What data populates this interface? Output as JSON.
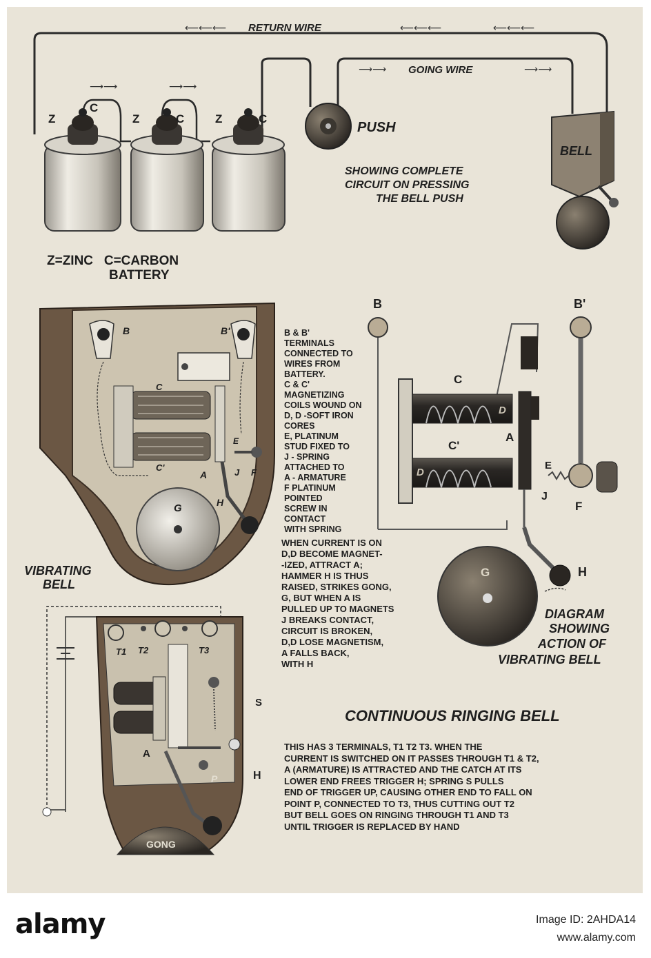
{
  "top": {
    "return_wire": "RETURN WIRE",
    "going_wire": "GOING WIRE",
    "push": "PUSH",
    "bell": "BELL",
    "caption": [
      "SHOWING COMPLETE",
      "CIRCUIT ON PRESSING",
      "THE BELL PUSH"
    ],
    "cell_labels": [
      "Z",
      "C",
      "Z",
      "C",
      "Z",
      "C"
    ],
    "legend": "Z=ZINC   C=CARBON",
    "battery": "BATTERY"
  },
  "vibrating": {
    "title": [
      "VIBRATING",
      "BELL"
    ],
    "part_labels": {
      "b": "B",
      "b2": "B'",
      "c": "C",
      "c2": "C'",
      "a": "A",
      "e": "E",
      "j": "J",
      "f": "F",
      "h": "H",
      "g": "G"
    },
    "key_lines": [
      "B & B'",
      "TERMINALS",
      "CONNECTED TO",
      "WIRES FROM",
      "BATTERY.",
      "C & C'",
      "MAGNETIZING",
      "COILS WOUND ON",
      "D, D -SOFT IRON",
      "CORES",
      "E, PLATINUM",
      "STUD FIXED TO",
      "J - SPRING",
      "ATTACHED TO",
      "A - ARMATURE",
      "F PLATINUM",
      "POINTED",
      "SCREW IN",
      "CONTACT",
      "WITH SPRING"
    ],
    "action_lines": [
      "WHEN CURRENT IS ON",
      "D,D BECOME MAGNET-",
      "-IZED, ATTRACT A;",
      "HAMMER H IS THUS",
      "RAISED, STRIKES GONG,",
      "G, BUT WHEN A IS",
      "PULLED UP TO MAGNETS",
      "J BREAKS CONTACT,",
      "CIRCUIT IS BROKEN,",
      "D,D LOSE MAGNETISM,",
      "A FALLS BACK,",
      "WITH H"
    ]
  },
  "action_diagram": {
    "labels": {
      "b": "B",
      "b2": "B'",
      "c": "C",
      "c2": "C'",
      "d1": "D",
      "d2": "D",
      "a": "A",
      "e": "E",
      "j": "J",
      "f": "F",
      "g": "G",
      "h": "H"
    },
    "caption": [
      "DIAGRAM",
      "SHOWING",
      "ACTION OF",
      "VIBRATING BELL"
    ]
  },
  "continuous": {
    "title": "CONTINUOUS RINGING BELL",
    "labels": {
      "t1": "T1",
      "t2": "T2",
      "t3": "T3",
      "s": "S",
      "a": "A",
      "p": "P",
      "h": "H",
      "gong": "GONG"
    },
    "text_lines": [
      "THIS HAS 3 TERMINALS, T1 T2 T3. WHEN THE",
      "CURRENT IS SWITCHED ON IT PASSES THROUGH T1 & T2,",
      "A (ARMATURE) IS ATTRACTED AND THE CATCH AT ITS",
      "LOWER END FREES TRIGGER H; SPRING S PULLS",
      "END OF TRIGGER UP, CAUSING OTHER END TO FALL ON",
      "POINT P, CONNECTED TO T3, THUS CUTTING OUT T2",
      "BUT BELL GOES ON RINGING THROUGH T1 AND T3",
      "UNTIL TRIGGER IS REPLACED BY HAND"
    ]
  },
  "footer": {
    "logo": "alamy",
    "image_id": "Image ID: 2AHDA14",
    "site": "www.alamy.com"
  },
  "colors": {
    "paper": "#e9e4d8",
    "ink": "#1e1e1e",
    "wood": "#6b5744"
  }
}
